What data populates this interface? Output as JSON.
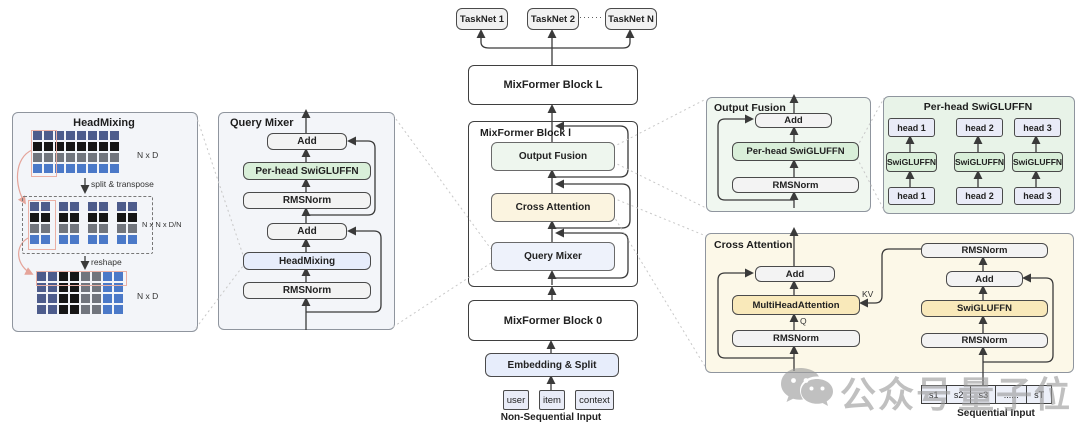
{
  "colors": {
    "green_block": "#d9efd9",
    "yellow_block": "#f9e9ba",
    "blue_block": "#e7edfb",
    "green_panel": "#e8f3e8",
    "cream_panel": "#fcf8e8",
    "gray_panel": "#f3f5f9",
    "grid_navy": "#4d5c8c",
    "grid_black": "#161616",
    "grid_gray": "#71757d",
    "grid_blue": "#4b79c8",
    "pink_annotation": "#eab0a5"
  },
  "headmixing_panel": {
    "title": "HeadMixing",
    "dim_top": "N x D",
    "dim_mid": "N x N x D/N",
    "dim_bottom": "N x D",
    "step1": "split & transpose",
    "step2": "reshape",
    "row_colors": [
      "#4d5c8c",
      "#161616",
      "#71757d",
      "#4b79c8"
    ]
  },
  "query_mixer_panel": {
    "title": "Query Mixer",
    "add_top": "Add",
    "perhead": "Per-head SwiGLUFFN",
    "rms_top": "RMSNorm",
    "add_bottom": "Add",
    "headmixing": "HeadMixing",
    "rms_bottom": "RMSNorm"
  },
  "center": {
    "tasknet_1": "TaskNet 1",
    "tasknet_2": "TaskNet 2",
    "tasknet_dots": "······",
    "tasknet_n": "TaskNet N",
    "block_top": "MixFormer Block L",
    "block_mid": "MixFormer Block l",
    "output_fusion": "Output Fusion",
    "cross_attention": "Cross Attention",
    "query_mixer": "Query Mixer",
    "block_bottom": "MixFormer Block 0",
    "embedding": "Embedding & Split",
    "input_user": "user",
    "input_item": "item",
    "input_context": "context",
    "nonseq_label": "Non-Sequential Input"
  },
  "output_fusion_panel": {
    "title": "Output Fusion",
    "add": "Add",
    "perhead": "Per-head SwiGLUFFN",
    "rms": "RMSNorm"
  },
  "perhead_panel": {
    "title": "Per-head SwiGLUFFN",
    "heads_top": [
      "head 1",
      "head 2",
      "head 3"
    ],
    "ffns": [
      "SwiGLUFFN",
      "SwiGLUFFN",
      "SwiGLUFFN"
    ],
    "heads_bottom": [
      "head 1",
      "head 2",
      "head 3"
    ]
  },
  "cross_attention_panel": {
    "title": "Cross Attention",
    "add_left": "Add",
    "mha": "MultiHeadAttention",
    "rms_left": "RMSNorm",
    "q": "Q",
    "kv": "KV",
    "rms_right_top": "RMSNorm",
    "add_right": "Add",
    "swigluffn": "SwiGLUFFN",
    "rms_right_bottom": "RMSNorm"
  },
  "sequential": {
    "cells": [
      "s1",
      "s2",
      "s3",
      "......",
      "sT"
    ],
    "label": "Sequential Input"
  },
  "watermark": {
    "text_1": "公众号",
    "text_2": "量子位"
  }
}
